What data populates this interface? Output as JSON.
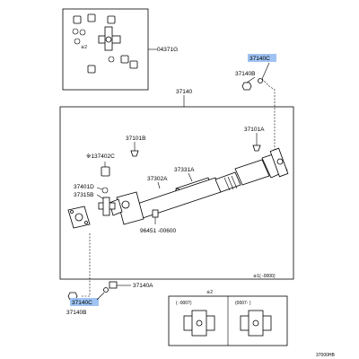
{
  "labels": {
    "ref_04371G": "04371G",
    "ref_37140C_top": "37140C",
    "ref_37140B_top": "37140B",
    "ref_37140": "37140",
    "ref_37101B": "37101B",
    "ref_37101A": "37101A",
    "ref_37402C": "※137402C",
    "ref_37331A": "37331A",
    "ref_37302A": "37302A",
    "ref_37401D": "37401D",
    "ref_37315B": "37315B",
    "ref_96451": "96451 -00600",
    "ref_37140A": "37140A",
    "ref_37140C_bottom": "37140C",
    "ref_37140B_bottom": "37140B",
    "note_date": "※1(      -0000)",
    "ref_sub2": "※2",
    "sub2_left": "(      -0007)",
    "sub2_right": "(0007-      )",
    "inset_mark": "※2",
    "diagram_code": "37000HB"
  },
  "colors": {
    "highlight": "#9fc3f2"
  }
}
